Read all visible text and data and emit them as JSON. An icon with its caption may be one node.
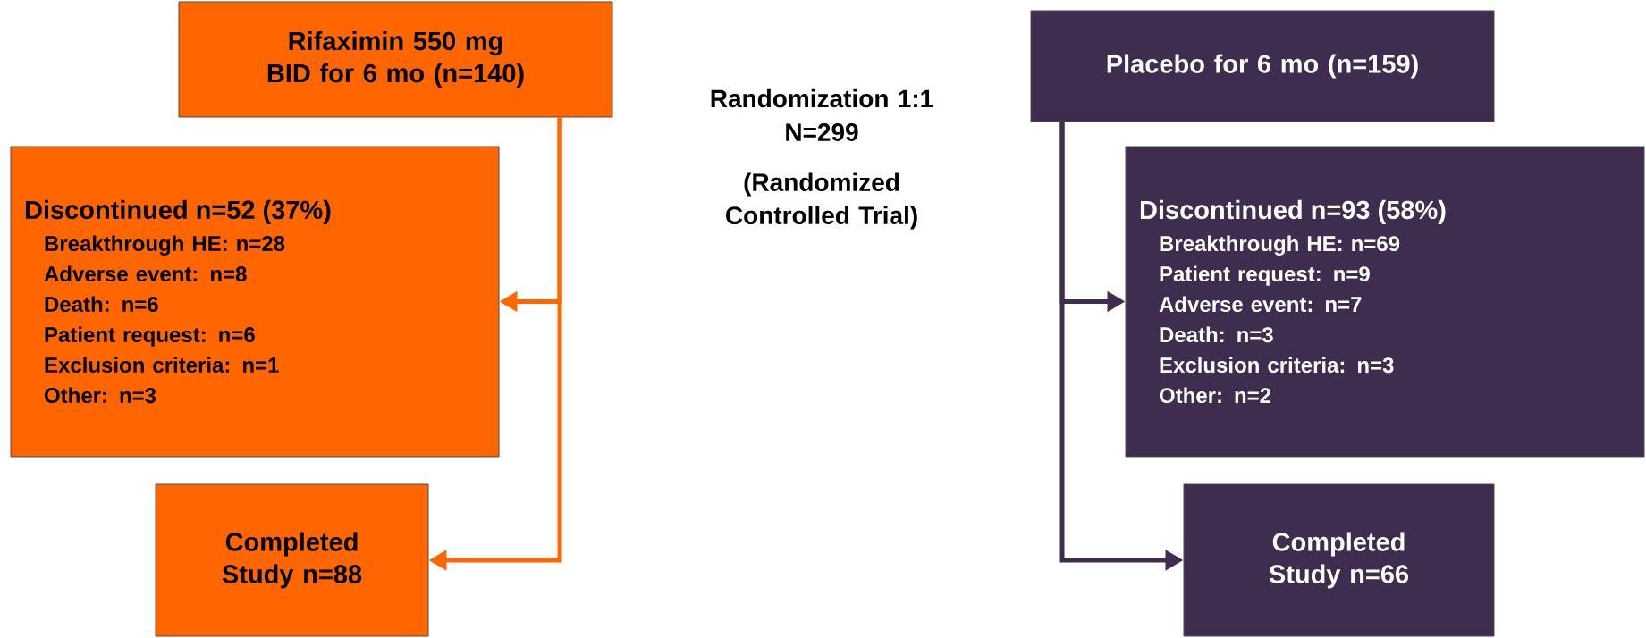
{
  "diagram": {
    "nodes": [
      {
        "text": [
          "Rifaximin 550 mg BID for 6 mo (n=140)"
        ]
      },
      {
        "text": [
          "Placebo for 6 mo (n=159)"
        ]
      },
      {
        "text": [
          "Discontinued n=52 (37%)",
          "Breakthrough HE: n=28",
          "Adverse event: n=8",
          "Death: n=6",
          "Patient request: n=6",
          "Exclusion criteria: n=1",
          "Other: n=3"
        ]
      },
      {
        "text": [
          "Discontinued n=93 (58%)",
          "Breakthrough HE: n=69",
          "Patient request: n=9",
          "Adverse event: n=7",
          "Death: n=3",
          "Exclusion criteria: n=3",
          "Other: n=2"
        ]
      },
      {
        "text": [
          "Completed Study n=88"
        ]
      },
      {
        "text": [
          "Completed Study n=66"
        ]
      }
    ],
    "edges": [
      {
        "from": 0,
        "to": 2,
        "arrow": "to",
        "color": "#ff6600"
      },
      {
        "from": 0,
        "to": 4,
        "arrow": "to",
        "color": "#ff6600"
      },
      {
        "from": 1,
        "to": 3,
        "arrow": "to",
        "color": "#3f2d4f"
      },
      {
        "from": 1,
        "to": 5,
        "arrow": "to",
        "color": "#3f2d4f"
      }
    ],
    "labels": [
      "Randomization 1:1",
      "N=299",
      "(Randomized Controlled Trial)"
    ]
  }
}
